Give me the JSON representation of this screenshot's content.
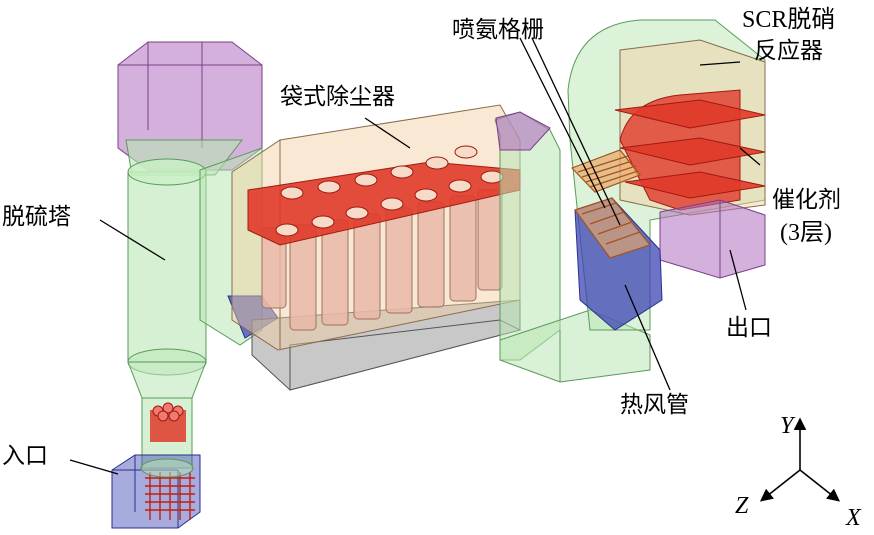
{
  "labels": {
    "desulfurization_tower": "脱硫塔",
    "inlet": "入口",
    "bag_filter": "袋式除尘器",
    "ammonia_grid": "喷氨格栅",
    "scr_line1": "SCR脱硝",
    "scr_line2": "反应器",
    "catalyst_line1": "催化剂",
    "catalyst_line2": "(3层)",
    "outlet": "出口",
    "hot_air_duct": "热风管"
  },
  "axes": {
    "y": "Y",
    "z": "Z",
    "x": "X"
  },
  "colors": {
    "duct_green": "#b9e6b4",
    "duct_green_edge": "#5a9a5a",
    "purple": "#b070c0",
    "blue": "#3c44b4",
    "red": "#e03a2a",
    "bag_pink": "#e9b8a8",
    "hopper_grey": "#9a9a9a",
    "housing_tan": "#f2cfa0"
  }
}
